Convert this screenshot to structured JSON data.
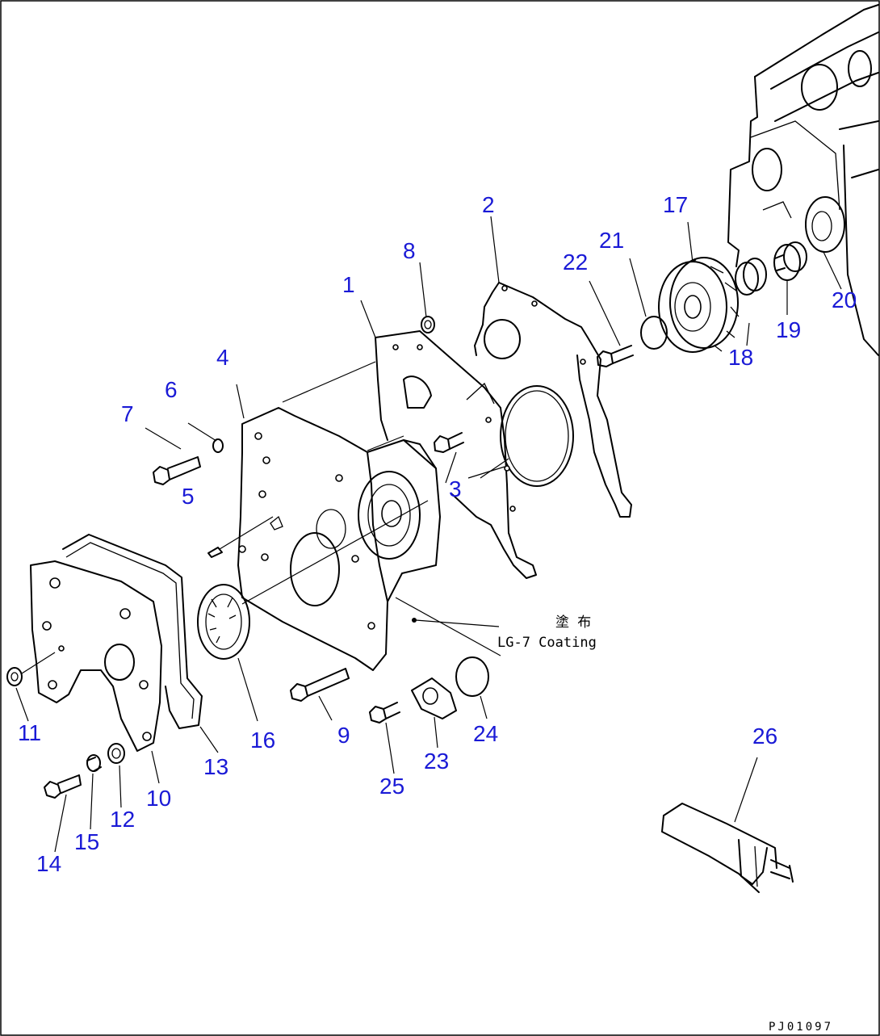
{
  "callouts": [
    "1",
    "2",
    "3",
    "4",
    "5",
    "6",
    "7",
    "8",
    "9",
    "10",
    "11",
    "12",
    "13",
    "14",
    "15",
    "16",
    "17",
    "18",
    "19",
    "20",
    "21",
    "22",
    "23",
    "24",
    "25",
    "26"
  ],
  "note": {
    "japanese": "塗 布",
    "english": "LG-7 Coating"
  },
  "drawing_code": "PJ01097",
  "colors": {
    "callout": "#1a1ad6",
    "line": "#000000",
    "background": "#ffffff"
  }
}
